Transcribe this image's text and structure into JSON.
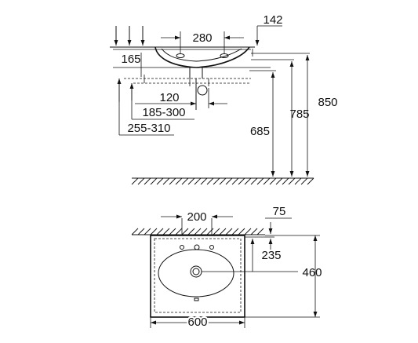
{
  "dimensions": {
    "side_view": {
      "d_142": "142",
      "d_280": "280",
      "d_165": "165",
      "d_120": "120",
      "d_185_300": "185-300",
      "d_255_310": "255-310",
      "d_685": "685",
      "d_785": "785",
      "d_850": "850"
    },
    "top_view": {
      "d_200": "200",
      "d_75": "75",
      "d_235": "235",
      "d_460": "460",
      "d_600": "600"
    }
  },
  "colors": {
    "line": "#111111",
    "background": "#ffffff"
  }
}
